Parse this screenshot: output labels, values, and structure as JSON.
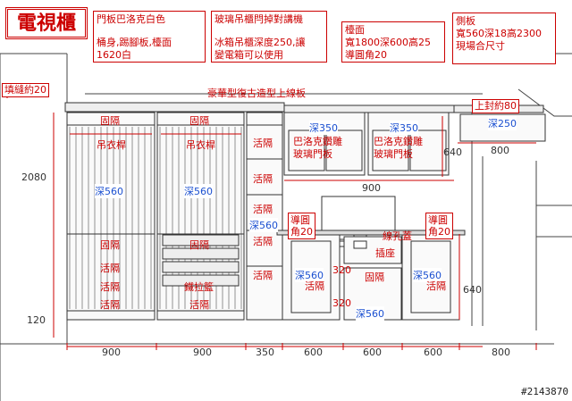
{
  "title": "電視櫃",
  "notes": {
    "n1": [
      "門板巴洛克白色",
      "桶身,踢腳板,檯面",
      "1620白"
    ],
    "n2": [
      "玻璃吊櫃閂掉對講機",
      "冰箱吊櫃深度250,讓",
      "變電箱可以使用"
    ],
    "n3": [
      "檯面",
      "寬1800深600高25",
      "導圓角20"
    ],
    "n4": [
      "側板",
      "寬560深18高2300",
      "現場合尺寸"
    ]
  },
  "labels": {
    "top_molding": "豪華型復古造型上線板",
    "gap_fill": "填縫約20",
    "top_seal": "上封約80",
    "shelf": "固隔",
    "hanging_rod": "吊衣桿",
    "movable_shelf": "活隔",
    "depth_560": "深560",
    "depth_350": "深350",
    "depth_250": "深250",
    "glass_door": [
      "巴洛克鑽雕",
      "玻璃門板"
    ],
    "round_corner": [
      "導圓",
      "角20"
    ],
    "cable_cover": "線孔蓋",
    "outlet": "插座",
    "drawer_basket": "鐵拉籃",
    "h_320a": "320",
    "h_320b": "320"
  },
  "dimensions": {
    "height_total": "2080",
    "height_kick": "120",
    "upper_900": "900",
    "upper_800": "800",
    "right_640a": "640",
    "right_640b": "640",
    "bottom": [
      "900",
      "900",
      "350",
      "600",
      "600",
      "600",
      "800"
    ]
  },
  "watermark": "#2143870",
  "colors": {
    "line": "#333333",
    "red": "#cc0000",
    "blue": "#1a4fd0"
  }
}
